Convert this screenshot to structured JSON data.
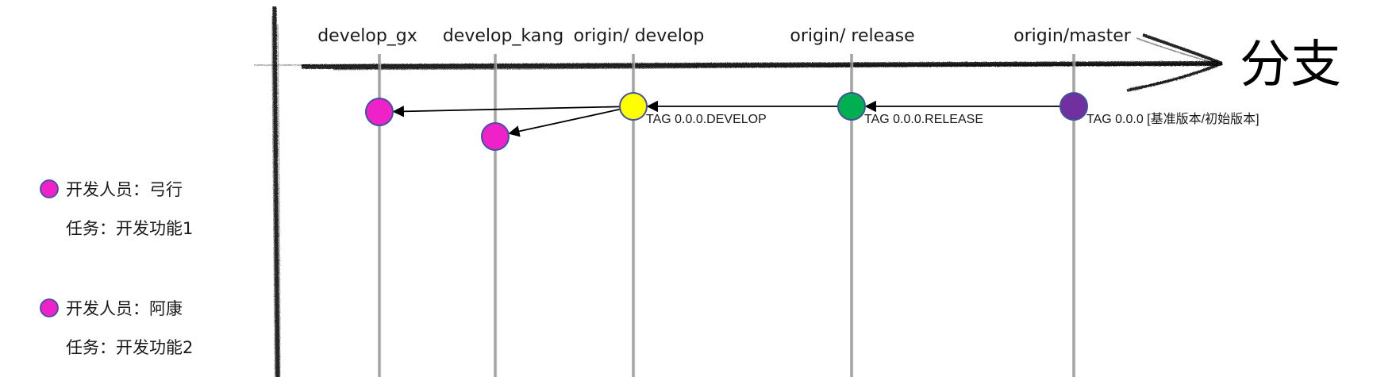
{
  "axis_label": "分支",
  "branches": [
    {
      "id": "develop_gx",
      "label": "develop_gx"
    },
    {
      "id": "develop_kang",
      "label": "develop_kang"
    },
    {
      "id": "origin-develop",
      "label": "origin/ develop"
    },
    {
      "id": "origin-release",
      "label": "origin/ release"
    },
    {
      "id": "origin-master",
      "label": "origin/master"
    }
  ],
  "commits": [
    {
      "id": "master-base",
      "branch": "origin-master",
      "color": "#7030a0",
      "tag": "TAG 0.0.0 [基准版本/初始版本]"
    },
    {
      "id": "release-commit",
      "branch": "origin-release",
      "color": "#00b050",
      "tag": "TAG 0.0.0.RELEASE"
    },
    {
      "id": "develop-commit",
      "branch": "origin-develop",
      "color": "#ffff00",
      "tag": "TAG 0.0.0.DEVELOP"
    },
    {
      "id": "gx-commit",
      "branch": "develop_gx",
      "color": "#ee22c8",
      "tag": ""
    },
    {
      "id": "kang-commit",
      "branch": "develop_kang",
      "color": "#ee22c8",
      "tag": ""
    }
  ],
  "arrows": [
    {
      "from": "master-base",
      "to": "release-commit"
    },
    {
      "from": "release-commit",
      "to": "develop-commit"
    },
    {
      "from": "develop-commit",
      "to": "gx-commit"
    },
    {
      "from": "develop-commit",
      "to": "kang-commit"
    }
  ],
  "legend": [
    {
      "color": "#ee22c8",
      "developer": "开发人员：弓行",
      "task": "任务：开发功能1"
    },
    {
      "color": "#ee22c8",
      "developer": "开发人员：阿康",
      "task": "任务：开发功能2"
    }
  ],
  "colors": {
    "node_stroke": "#41519a",
    "line": "#000000",
    "lane": "#8c8c8c"
  }
}
